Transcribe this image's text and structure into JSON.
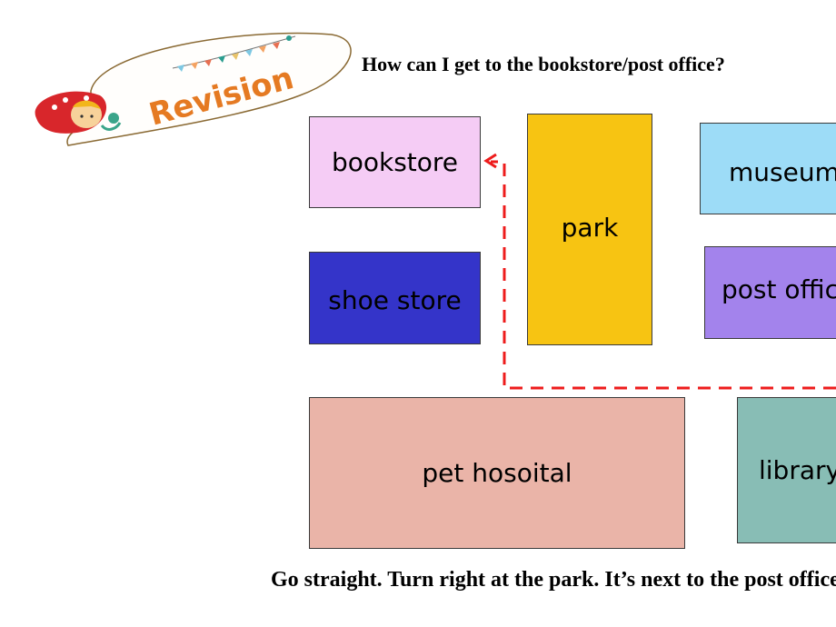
{
  "question": "How can I get to the bookstore/post office?",
  "answer": "Go straight. Turn right at the park. It’s next to the post office.",
  "badge": {
    "label": "Revision"
  },
  "places": {
    "bookstore": "bookstore",
    "park": "park",
    "museum": "museum",
    "shoe_store": "shoe store",
    "post_office": "post office",
    "pet_hospital": "pet hosoital",
    "library": "library"
  },
  "colors": {
    "bookstore": "#f5ccf5",
    "park": "#f7c412",
    "museum": "#9ddcf7",
    "shoe_store": "#3434c9",
    "post_office": "#a383ec",
    "pet_hospital": "#eab4a8",
    "library": "#88bdb5",
    "route": "#ee1c1c",
    "badge_text": "#e57a22"
  },
  "icons": {
    "route": "dashed-route-arrow",
    "badge": "girl-mascot-icon"
  }
}
